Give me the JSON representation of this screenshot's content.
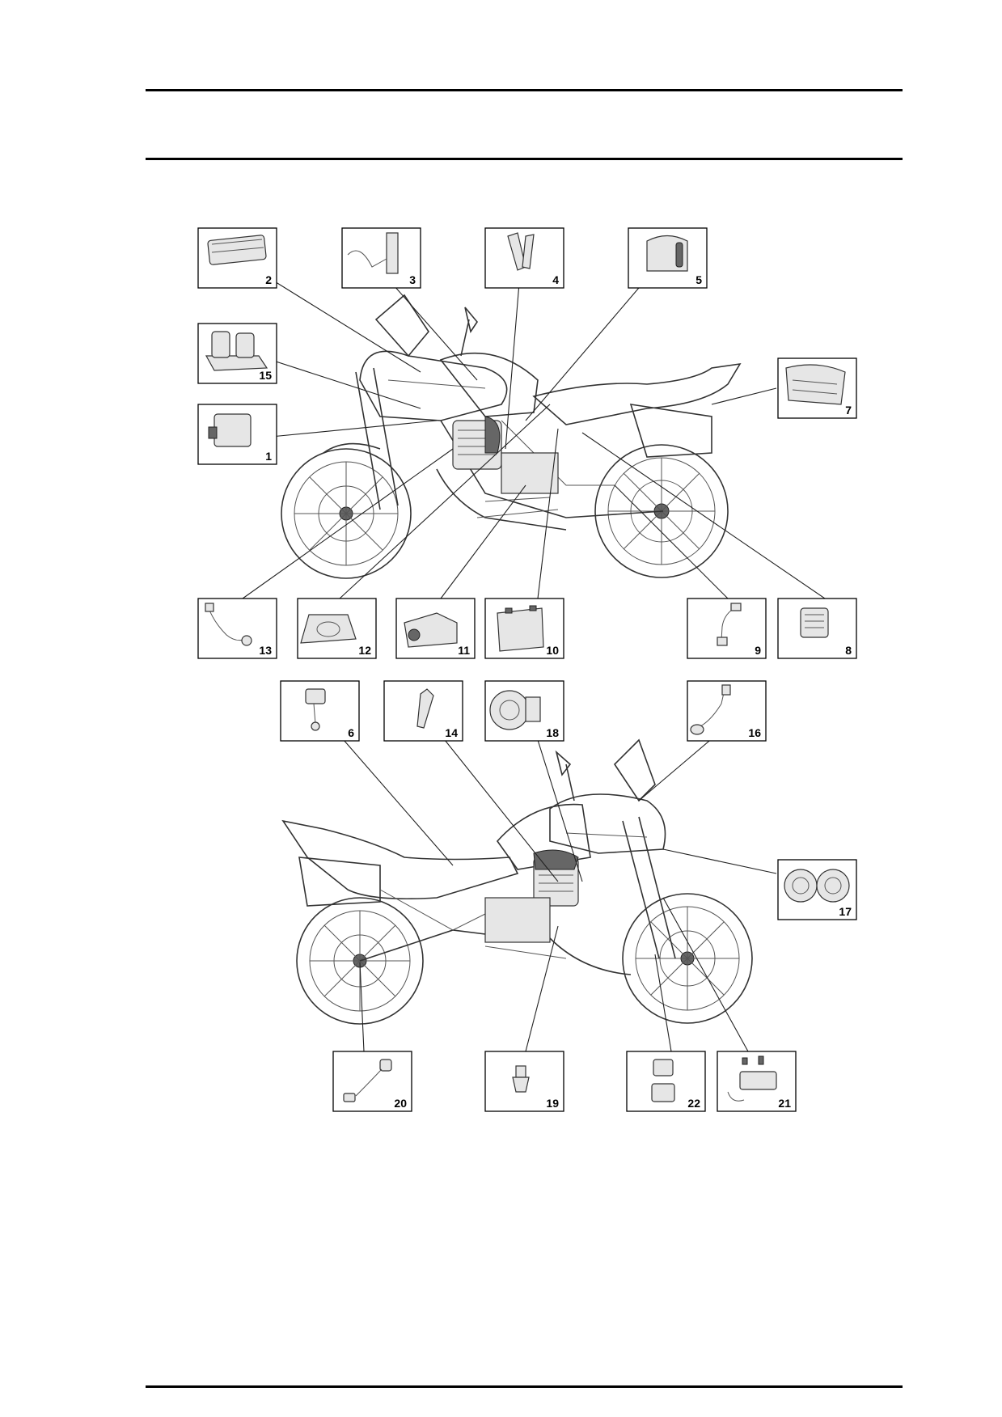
{
  "upper_components": [
    {
      "id": "c2",
      "number": "2"
    },
    {
      "id": "c3",
      "number": "3"
    },
    {
      "id": "c4",
      "number": "4"
    },
    {
      "id": "c5",
      "number": "5"
    },
    {
      "id": "c15",
      "number": "15"
    },
    {
      "id": "c7",
      "number": "7"
    },
    {
      "id": "c1",
      "number": "1"
    },
    {
      "id": "c13",
      "number": "13"
    },
    {
      "id": "c12",
      "number": "12"
    },
    {
      "id": "c11",
      "number": "11"
    },
    {
      "id": "c10",
      "number": "10"
    },
    {
      "id": "c9",
      "number": "9"
    },
    {
      "id": "c8",
      "number": "8"
    }
  ],
  "lower_components": [
    {
      "id": "c6",
      "number": "6"
    },
    {
      "id": "c14",
      "number": "14"
    },
    {
      "id": "c18",
      "number": "18"
    },
    {
      "id": "c16",
      "number": "16"
    },
    {
      "id": "c17",
      "number": "17"
    },
    {
      "id": "c20",
      "number": "20"
    },
    {
      "id": "c19",
      "number": "19"
    },
    {
      "id": "c22",
      "number": "22"
    },
    {
      "id": "c21",
      "number": "21"
    }
  ]
}
